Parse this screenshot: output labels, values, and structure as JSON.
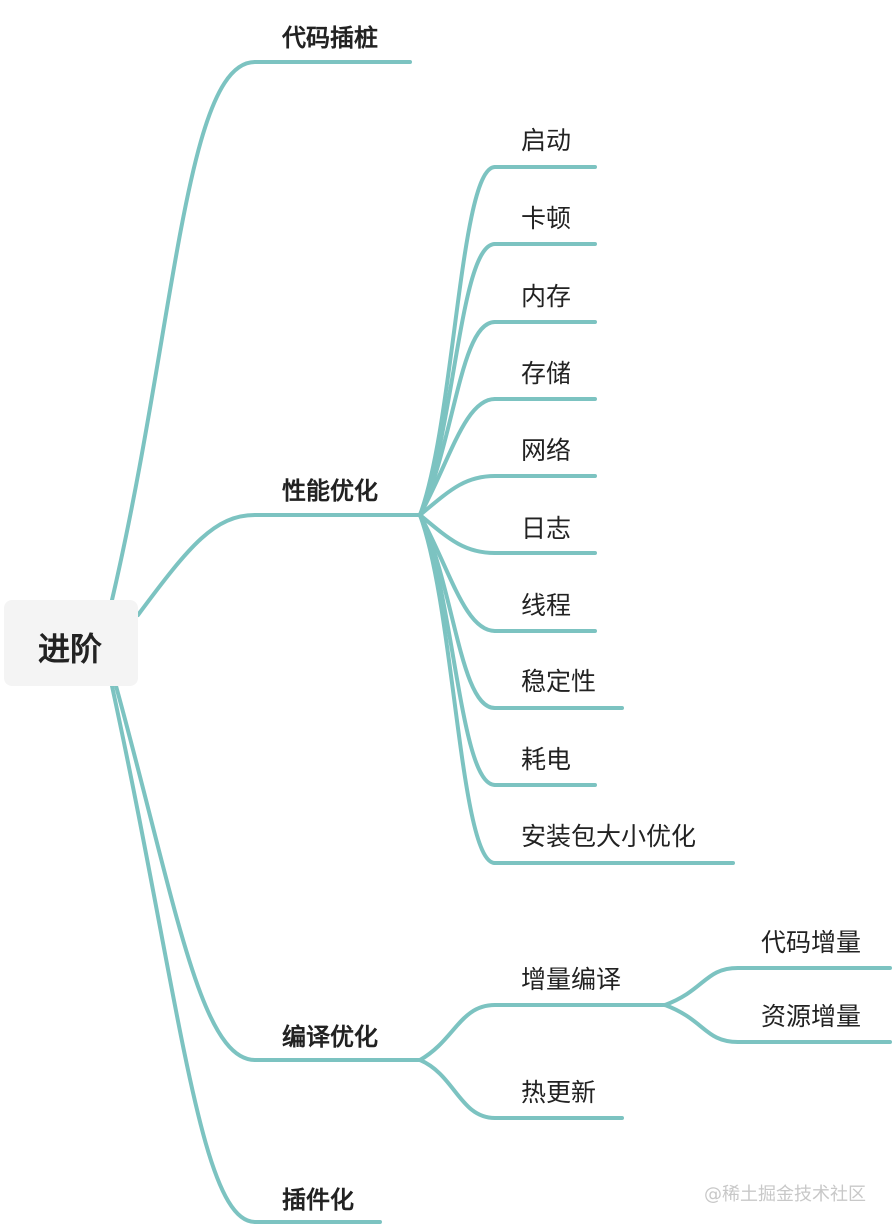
{
  "root": {
    "label": "进阶"
  },
  "branches": [
    {
      "label": "代码插桩"
    },
    {
      "label": "性能优化",
      "children": [
        "启动",
        "卡顿",
        "内存",
        "存储",
        "网络",
        "日志",
        "线程",
        "稳定性",
        "耗电",
        "安装包大小优化"
      ]
    },
    {
      "label": "编译优化",
      "children": [
        {
          "label": "增量编译",
          "children": [
            "代码增量",
            "资源增量"
          ]
        },
        {
          "label": "热更新"
        }
      ]
    },
    {
      "label": "插件化"
    }
  ],
  "watermark": "@稀土掘金技术社区",
  "colors": {
    "edge": "#7cc3c1",
    "root_bg": "#f4f4f4",
    "text": "#222222"
  }
}
